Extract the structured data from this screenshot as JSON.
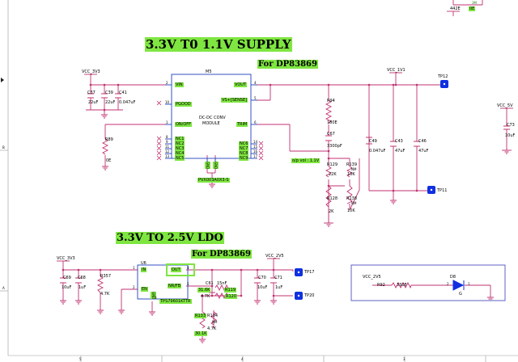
{
  "titles": {
    "supply_1v1": "3.3V T0 1.1V SUPPLY",
    "for_1v1": "For DP83869",
    "ldo_2v5": "3.3V TO 2.5V LDO",
    "for_2v5": "For DP83869"
  },
  "top_partial": {
    "r_label": "442E",
    "val": "0E",
    "net": "3M"
  },
  "dcdc": {
    "designator": "M5",
    "part": "PVX003A0X3-S",
    "name_line1": "DC-DC CONV",
    "name_line2": "MODULE",
    "pins_left": [
      {
        "num": "2",
        "name": "VIN"
      },
      {
        "num": "10",
        "name": "PGOOD"
      },
      {
        "num": "1",
        "name": "ON/OFF"
      },
      {
        "num": "8",
        "name": "NC1"
      },
      {
        "num": "9",
        "name": "NC2"
      },
      {
        "num": "11",
        "name": "NC3"
      },
      {
        "num": "12",
        "name": "NC4"
      },
      {
        "num": "13",
        "name": "NC5"
      }
    ],
    "pins_right": [
      {
        "num": "4",
        "name": "VOUT"
      },
      {
        "num": "5",
        "name": "VS+[SENSE]"
      },
      {
        "num": "6",
        "name": "TRIM"
      },
      {
        "num": "14",
        "name": "NC6"
      },
      {
        "num": "15",
        "name": "NC7"
      },
      {
        "num": "16",
        "name": "NC8"
      },
      {
        "num": "17",
        "name": "NC9"
      }
    ],
    "gnd_pins": [
      "GND",
      "GND"
    ]
  },
  "nets": {
    "vcc_3v3_a": "VCC_3V3",
    "vcc_1v1": "VCC_1V1",
    "vcc_5v": "VCC_5V",
    "vcc_3v3_b": "VCC_3V3",
    "vcc_2v5_a": "VCC_2V5",
    "vcc_2v5_b": "VCC_2V5",
    "op_vol": "o/p vol : 1.1V"
  },
  "parts_1v1": {
    "C37": {
      "ref": "C37",
      "val": "22uF"
    },
    "C39": {
      "ref": "C39",
      "val": "22uF"
    },
    "C41": {
      "ref": "C41",
      "val": "0.047uF"
    },
    "R89": {
      "ref": "R89",
      "val": "0E"
    },
    "R94": {
      "ref": "R94",
      "val": "180E"
    },
    "C67": {
      "ref": "C67",
      "val": "3300pF"
    },
    "R129": {
      "ref": "R129",
      "val": "22K"
    },
    "R128": {
      "ref": "R128",
      "val": "2K"
    },
    "R139": {
      "ref": "R139",
      "val": "10K",
      "note": "NM"
    },
    "R138": {
      "ref": "R138",
      "val": "10K",
      "note": "NM"
    },
    "C49": {
      "ref": "C49",
      "val": "0.047uF"
    },
    "C43": {
      "ref": "C43",
      "val": "47uF"
    },
    "C46": {
      "ref": "C46",
      "val": "47uF"
    },
    "C73": {
      "ref": "C73",
      "val": "10uF"
    },
    "TP12": "TP12",
    "TP11": "TP11"
  },
  "ldo": {
    "designator": "U6",
    "part": "TPS79601KTTR",
    "pins_left": [
      {
        "num": "1",
        "name": "IN"
      },
      {
        "num": "2",
        "name": "EN"
      }
    ],
    "pins_right": [
      {
        "num": "4",
        "name": "OUT"
      },
      {
        "num": "5",
        "name": "NR/FB"
      }
    ],
    "gnd_pin": {
      "num": "3",
      "name": "GND"
    }
  },
  "parts_2v5": {
    "C69": {
      "ref": "C69",
      "val": "10uF"
    },
    "C68": {
      "ref": "C68",
      "val": "1uF"
    },
    "R357": {
      "ref": "R357",
      "val": "4.7K"
    },
    "C61": {
      "ref": "C61",
      "val": "15nF"
    },
    "R119": {
      "ref": "R119",
      "val": "31.6K"
    },
    "R120": {
      "ref": "R120",
      "val": "4.7K"
    },
    "R133": {
      "ref": "R133",
      "val": "30.1K"
    },
    "R134": {
      "ref": "R134",
      "val": "4.7K",
      "note": "NM"
    },
    "C70": {
      "ref": "C70",
      "val": "10uF"
    },
    "C71": {
      "ref": "C71",
      "val": "1uF"
    },
    "TP17": "TP17",
    "TP20": "TP20"
  },
  "led_box": {
    "R92": {
      "ref": "R92",
      "val": "330E"
    },
    "D8": {
      "ref": "D8",
      "pin2": "2",
      "pin1": "1",
      "g": "G"
    }
  },
  "grid": {
    "bottom": [
      "5",
      "4",
      "3"
    ],
    "left": [
      "B",
      "A"
    ]
  },
  "colors": {
    "wire": "#c03070",
    "highlight": "#7fe641",
    "tp": "#1030e0",
    "box": "#5050c0"
  }
}
